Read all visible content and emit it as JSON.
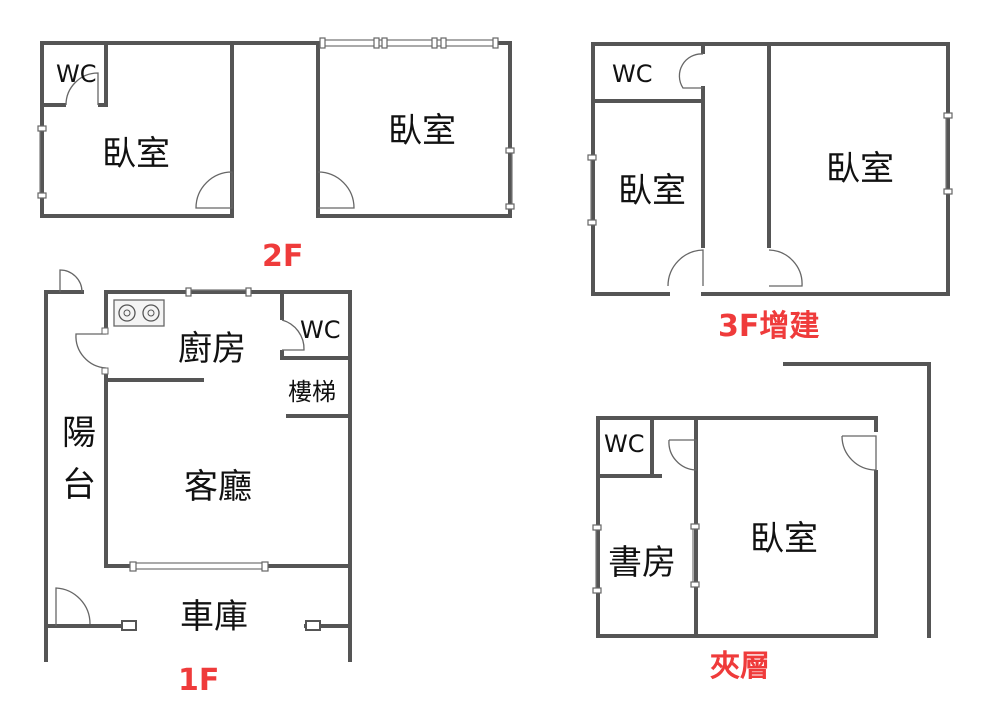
{
  "floor_labels": {
    "f1": "1F",
    "f2": "2F",
    "f3": "3F增建",
    "mezz": "夾層"
  },
  "colors": {
    "floor_label": "#ef3b3b",
    "walls": "#555555"
  },
  "floor2": {
    "wc": "WC",
    "bedroom_left": "臥室",
    "bedroom_right": "臥室"
  },
  "floor1": {
    "kitchen": "廚房",
    "wc": "WC",
    "stairs": "樓梯",
    "balcony_top": "陽",
    "balcony_bottom": "台",
    "living_room": "客廳",
    "garage": "車庫"
  },
  "floor3": {
    "wc": "WC",
    "bedroom_left": "臥室",
    "bedroom_right": "臥室"
  },
  "mezzanine": {
    "wc": "WC",
    "study": "書房",
    "bedroom": "臥室"
  },
  "icons": [
    "stove-icon"
  ]
}
